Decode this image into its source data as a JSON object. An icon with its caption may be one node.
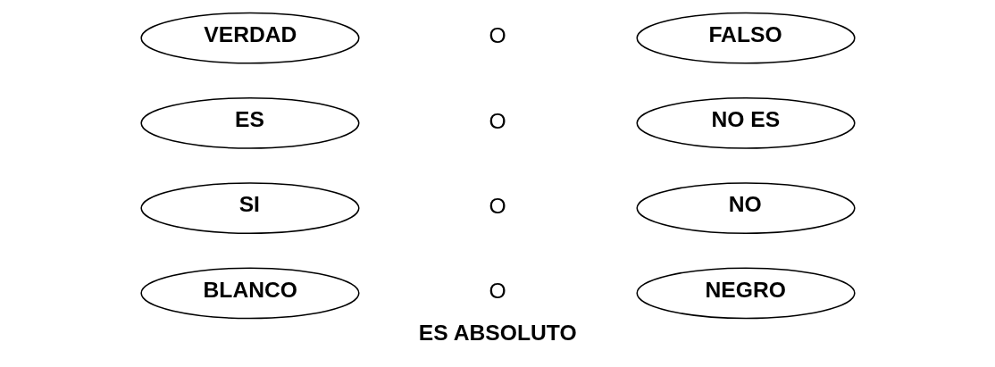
{
  "diagram": {
    "caption": "ES ABSOLUTO",
    "nodes": [
      {
        "text": [
          "VERDAD"
        ]
      },
      {
        "text": [
          "FALSO"
        ]
      },
      {
        "text": [
          "ES"
        ]
      },
      {
        "text": [
          "NO ES"
        ]
      },
      {
        "text": [
          "SI"
        ]
      },
      {
        "text": [
          "NO"
        ]
      },
      {
        "text": [
          "BLANCO"
        ]
      },
      {
        "text": [
          "NEGRO"
        ]
      }
    ],
    "edges": [],
    "labels": [
      "O",
      "O",
      "O",
      "O"
    ]
  }
}
